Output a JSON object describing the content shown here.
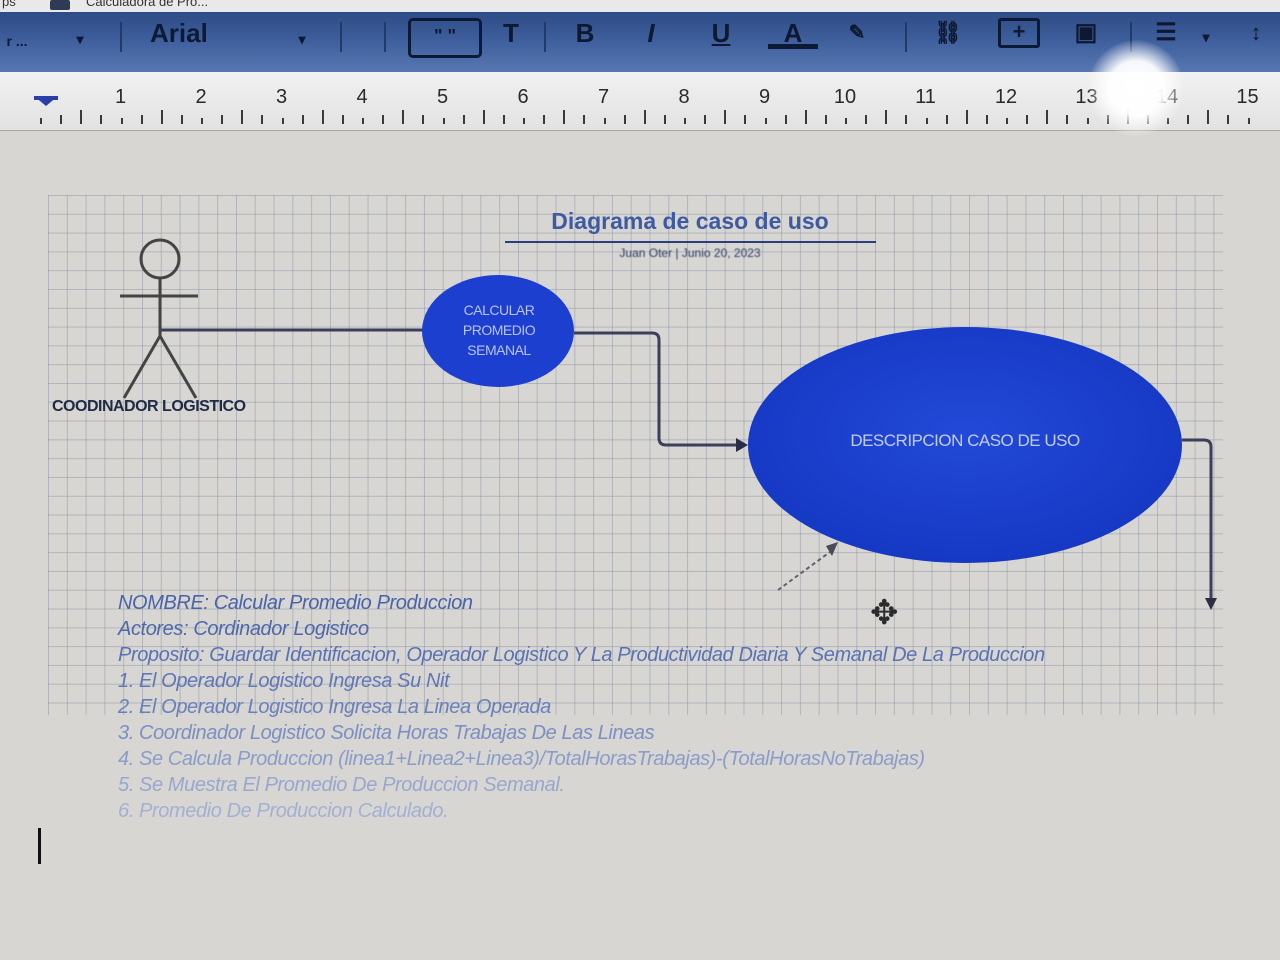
{
  "browser_tab": {
    "apps_label": "ps",
    "title": "Calculadora de Pro..."
  },
  "toolbar": {
    "menu_label": "r ...",
    "font_name": "Arial",
    "font_dropdown": "▾",
    "box_button": "\" \"",
    "t_button": "T",
    "bold_button": "B",
    "italic_button": "I",
    "underline_button": "U",
    "color_button": "A",
    "highlight_button": "✎",
    "link_button": "⛓",
    "comment_button": "+",
    "image_button": "▣",
    "align_button": "☰",
    "align_dropdown": "▾",
    "spacing_button": "↕"
  },
  "ruler": {
    "numbers": [
      "1",
      "2",
      "3",
      "4",
      "5",
      "6",
      "7",
      "8",
      "9",
      "10",
      "11",
      "12",
      "13",
      "14",
      "15"
    ]
  },
  "diagram": {
    "title": "Diagrama de caso de uso",
    "subtitle": "Juan Oter | Junio 20, 2023",
    "actor_label": "COODINADOR LOGISTICO",
    "use_case_1": [
      "CALCULAR",
      "PROMEDIO",
      "SEMANAL"
    ],
    "use_case_2": "DESCRIPCION CASO DE USO",
    "actor_color": "#444444",
    "use_case_color": "#1d3fcf"
  },
  "description": {
    "lines": [
      "NOMBRE: Calcular Promedio Produccion",
      "Actores: Cordinador Logistico",
      "Proposito: Guardar Identificacion, Operador Logistico Y La Productividad Diaria Y Semanal De La Produccion",
      "1. El Operador Logistico Ingresa Su Nit",
      "2. El Operador Logistico Ingresa La Linea Operada",
      "3. Coordinador Logistico Solicita Horas Trabajas De Las Lineas",
      "4. Se Calcula Produccion (linea1+Linea2+Linea3)/TotalHorasTrabajas)-(TotalHorasNoTrabajas)",
      "5. Se Muestra El Promedio De Produccion Semanal.",
      "6. Promedio De Produccion Calculado."
    ],
    "colors": [
      "#4b63a8",
      "#4f67ab",
      "#5a72b5",
      "#6077b8",
      "#6a80bd",
      "#7b8fc4",
      "#8a9cca",
      "#97a7cf",
      "#a2b0d3"
    ]
  }
}
